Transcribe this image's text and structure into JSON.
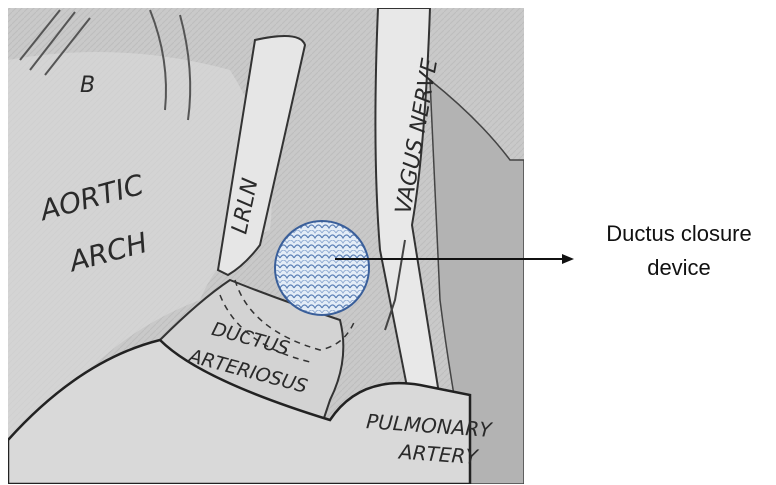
{
  "panel_label": "B",
  "labels": {
    "aortic_arch": [
      "AORTIC",
      "ARCH"
    ],
    "lrln": "LRLN",
    "vagus_nerve": "VAGUS NERVE",
    "ductus_arteriosus": [
      "DUCTUS",
      "ARTERIOSUS"
    ],
    "pulmonary_artery": [
      "PULMONARY",
      "ARTERY"
    ]
  },
  "callout": [
    "Ductus closure",
    "device"
  ],
  "colors": {
    "sketch_bg": "#cfcfcf",
    "device_fill": "#dce8f5",
    "device_stroke": "#3a5f9a",
    "line": "#1a1a1a"
  }
}
